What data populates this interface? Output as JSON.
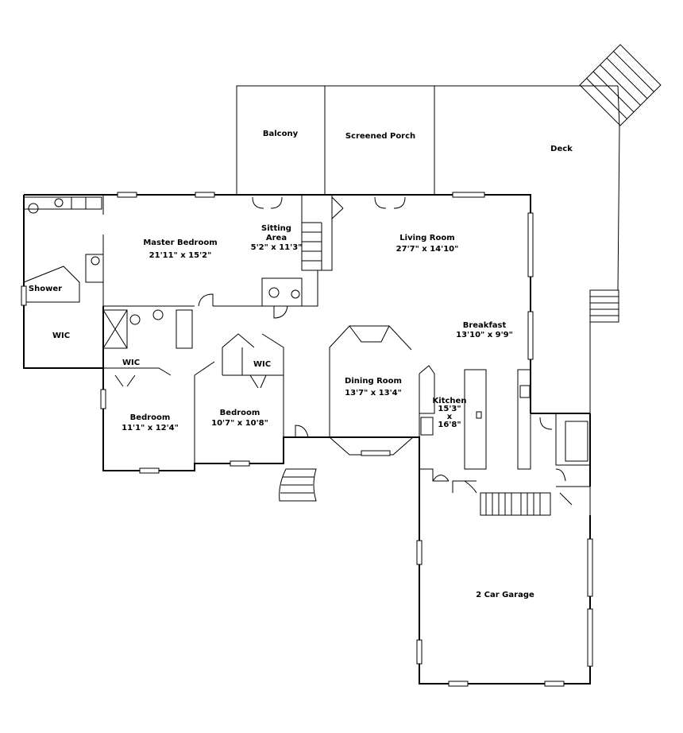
{
  "rooms": {
    "balcony": {
      "name": "Balcony"
    },
    "screened_porch": {
      "name": "Screened Porch"
    },
    "deck": {
      "name": "Deck"
    },
    "shower": {
      "name": "Shower"
    },
    "wic_master": {
      "name": "WIC"
    },
    "master_bedroom": {
      "name": "Master Bedroom",
      "size": "21'11\" x 15'2\""
    },
    "sitting_area": {
      "name": "Sitting",
      "name2": "Area",
      "size": "5'2\" x 11'3\""
    },
    "living_room": {
      "name": "Living Room",
      "size": "27'7\" x 14'10\""
    },
    "breakfast": {
      "name": "Breakfast",
      "size": "13'10\" x 9'9\""
    },
    "wic_left": {
      "name": "WIC"
    },
    "wic_right": {
      "name": "WIC"
    },
    "dining_room": {
      "name": "Dining Room",
      "size": "13'7\" x 13'4\""
    },
    "kitchen": {
      "name": "Kitchen",
      "w": "15'3\"",
      "x": "x",
      "h": "16'8\""
    },
    "bedroom1": {
      "name": "Bedroom",
      "size": "11'1\" x 12'4\""
    },
    "bedroom2": {
      "name": "Bedroom",
      "size": "10'7\" x 10'8\""
    },
    "garage": {
      "name": "2 Car Garage"
    }
  }
}
